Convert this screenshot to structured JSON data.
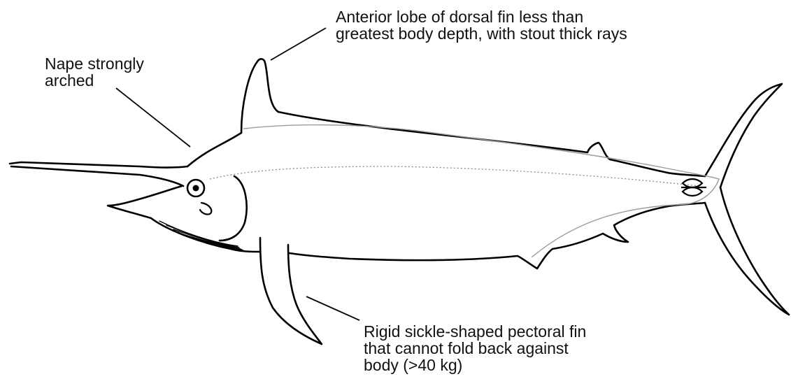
{
  "labels": {
    "dorsal": {
      "line1": "Anterior lobe of dorsal fin less than",
      "line2": "greatest body depth, with stout thick rays"
    },
    "nape": {
      "line1": "Nape strongly",
      "line2": "arched"
    },
    "pectoral": {
      "line1": "Rigid sickle-shaped pectoral fin",
      "line2": "that cannot fold back against",
      "line3": "body (>40 kg)"
    }
  },
  "colors": {
    "outline": "#000000",
    "lateral_line": "#9a9a9a",
    "background": "#ffffff"
  }
}
